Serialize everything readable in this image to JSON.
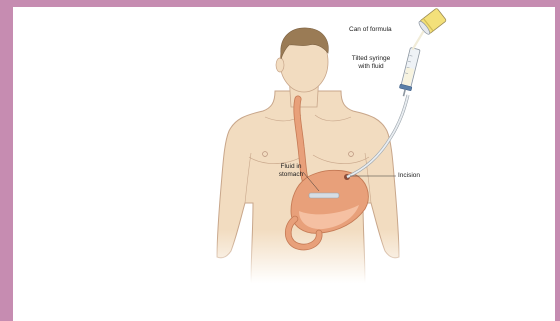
{
  "figure": {
    "labels": {
      "can": "Can of formula",
      "syringe": [
        "Tilted syringe",
        "with fluid"
      ],
      "fluid": [
        "Fluid in",
        "stomach"
      ],
      "incision": "Incision"
    }
  },
  "colors": {
    "frame": "#c68cb1",
    "background": "#ffffff",
    "skin": "#f2dcc0",
    "skin_outline": "#c8a68a",
    "hair": "#9a7b55",
    "stomach": "#e8a07a",
    "stomach_outline": "#c57a55",
    "tube": "#d8dde3",
    "tube_outline": "#9aa3ab",
    "can_label": "#f3e07a",
    "syringe_plunger": "#5b7fa8",
    "text": "#222222"
  }
}
